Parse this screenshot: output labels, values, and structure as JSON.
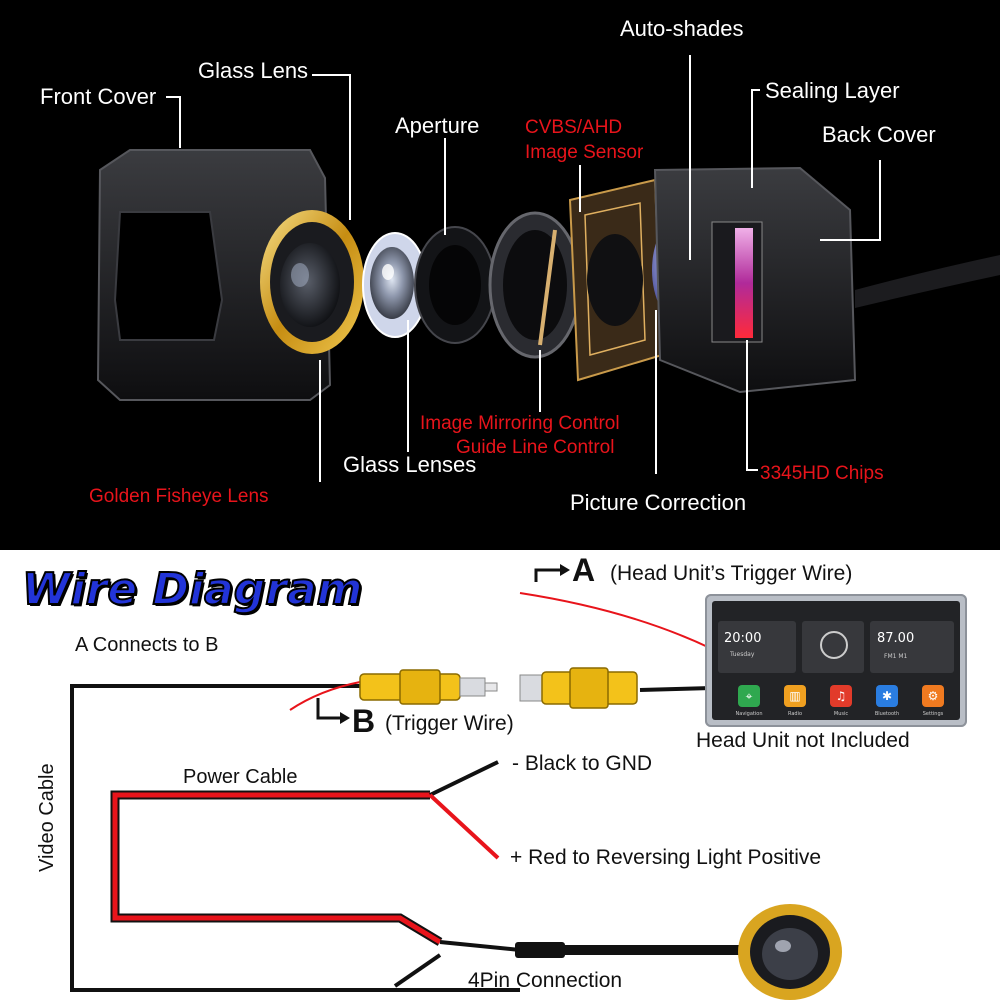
{
  "exploded_view": {
    "labels": {
      "front_cover": "Front Cover",
      "glass_lens": "Glass Lens",
      "aperture": "Aperture",
      "cvbs_line1": "CVBS/AHD",
      "cvbs_line2": "Image Sensor",
      "auto_shades": "Auto-shades",
      "sealing_layer": "Sealing Layer",
      "back_cover": "Back Cover",
      "image_mirroring": "Image Mirroring  Control",
      "guide_line": "Guide Line Control",
      "glass_lenses": "Glass Lenses",
      "golden_fisheye": "Golden Fisheye Lens",
      "picture_correction": "Picture Correction",
      "chips": "3345HD Chips"
    }
  },
  "wire_diagram": {
    "title": "Wire Diagram",
    "a_connects_b": "A Connects to B",
    "a_letter": "A",
    "a_text": "(Head Unit’s Trigger Wire)",
    "b_letter": "B",
    "b_text": "(Trigger Wire)",
    "head_unit_caption": "Head Unit not Included",
    "video_cable": "Video Cable",
    "power_cable": "Power Cable",
    "black_gnd": "- Black to GND",
    "red_reversing": "+ Red to Reversing Light Positive",
    "pin_connection": "4Pin Connection"
  },
  "head_unit": {
    "time": "20:00",
    "day": "Tuesday",
    "frequency": "87.00",
    "band": "FM1   M1",
    "apps": [
      {
        "label": "Navigation",
        "color": "#2fa84f",
        "glyph": "⌖"
      },
      {
        "label": "Radio",
        "color": "#f0a020",
        "glyph": "▥"
      },
      {
        "label": "Music",
        "color": "#e23b2a",
        "glyph": "♫"
      },
      {
        "label": "Bluetooth",
        "color": "#2a7de1",
        "glyph": "✱"
      },
      {
        "label": "Settings",
        "color": "#f07a20",
        "glyph": "⚙"
      }
    ]
  },
  "colors": {
    "top_label": "#ffffff",
    "red_label": "#e8141b",
    "title_blue": "#2234d8",
    "rca_yellow": "#f3c21a",
    "gold_ring": "#d9a520"
  }
}
